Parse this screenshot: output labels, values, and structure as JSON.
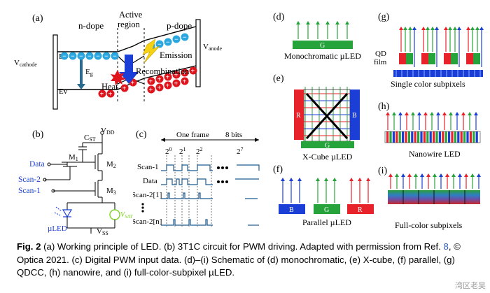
{
  "panels": {
    "a": {
      "label": "(a)",
      "n_dope": "n-dope",
      "active_region": [
        "Active",
        "region"
      ],
      "p_dope": "p-dope",
      "v_cathode": "V",
      "v_cathode_sub": "cathode",
      "v_anode": "V",
      "v_anode_sub": "anode",
      "ec": "Ec",
      "ev": "Ev",
      "eg": "E",
      "eg_sub": "g",
      "emission": "Emission",
      "recombination": "Recombination",
      "heat": "Heat",
      "electron_sign": "−",
      "hole_sign": "+"
    },
    "b": {
      "label": "(b)",
      "vdd": "V",
      "vdd_sub": "DD",
      "cst": "C",
      "cst_sub": "ST",
      "m1": "M",
      "m1_sub": "1",
      "m2": "M",
      "m2_sub": "2",
      "m3": "M",
      "m3_sub": "3",
      "data": "Data",
      "scan2": "Scan-2",
      "scan1": "Scan-1",
      "vsat": "V",
      "vsat_sub": "SAT",
      "uled": "µLED",
      "vss": "V",
      "vss_sub": "SS"
    },
    "c": {
      "label": "(c)",
      "one_frame": "One frame",
      "bits": "8 bits",
      "pow": [
        "2",
        "0",
        "2",
        "1",
        "2",
        "2",
        "2",
        "7"
      ],
      "rows": [
        "Scan-1",
        "Data",
        "Scan-2[1]",
        "Scan-2[n]"
      ]
    },
    "d": {
      "label": "(d)",
      "g": "G",
      "caption": "Monochromatic µLED"
    },
    "e": {
      "label": "(e)",
      "r": "R",
      "g": "G",
      "b": "B",
      "caption": "X-Cube µLED"
    },
    "f": {
      "label": "(f)",
      "b": "B",
      "g": "G",
      "r": "R",
      "caption": "Parallel µLED"
    },
    "g": {
      "label": "(g)",
      "qd": [
        "QD",
        "film"
      ],
      "caption": "Single color subpixels"
    },
    "h": {
      "label": "(h)",
      "caption": "Nanowire LED"
    },
    "i": {
      "label": "(i)",
      "caption": "Full-color subpixels"
    }
  },
  "caption": {
    "fig": "Fig. 2",
    "part1": " (a) Working principle of LED. (b) 3T1C circuit for PWM driving. Adapted with permission from Ref. ",
    "ref": "8",
    "part2": ", © Optica 2021. (c) Digital PWM input data. (d)–(i) Schematic of (d) monochromatic, (e) X-cube, (f) parallel, (g) QDCC, (h) nanowire, and (i) full-color-subpixel µLED."
  },
  "watermark": "湾区老吴",
  "colors": {
    "electron": "#2aa7df",
    "hole": "#e0141d",
    "green": "#27a33b",
    "red": "#e8222a",
    "blue": "#1b3fd6",
    "yellow": "#f5d214",
    "navy": "#0d1b7a",
    "vsat_green": "#7ed321"
  }
}
